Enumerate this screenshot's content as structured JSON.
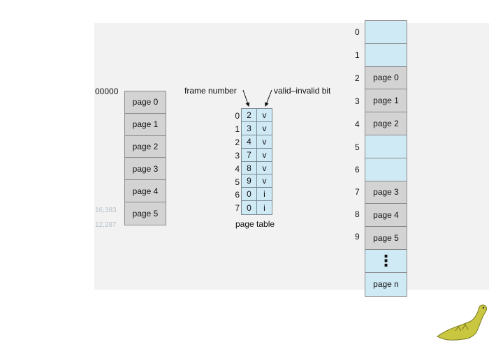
{
  "logical_memory": {
    "start_address": "00000",
    "pages": [
      "page 0",
      "page 1",
      "page 2",
      "page 3",
      "page 4",
      "page 5"
    ],
    "faded_addresses": [
      "16,383",
      "12,287"
    ]
  },
  "page_table": {
    "caption": "page table",
    "frame_number_label": "frame number",
    "valid_invalid_label": "valid–invalid bit",
    "indices": [
      "0",
      "1",
      "2",
      "3",
      "4",
      "5",
      "6",
      "7"
    ],
    "frames": [
      "2",
      "3",
      "4",
      "7",
      "8",
      "9",
      "0",
      "0"
    ],
    "bits": [
      "v",
      "v",
      "v",
      "v",
      "v",
      "v",
      "i",
      "i"
    ]
  },
  "physical_memory": {
    "frame_indices": [
      "0",
      "1",
      "2",
      "3",
      "4",
      "5",
      "6",
      "7",
      "8",
      "9"
    ],
    "frames": [
      "",
      "",
      "page 0",
      "page 1",
      "page 2",
      "",
      "",
      "page 3",
      "page 4",
      "page 5",
      "⋮",
      "page n"
    ]
  },
  "colors": {
    "valid_frame": "#cfe9f5",
    "page": "#d3d3d3",
    "panel": "#f2f2f2"
  }
}
